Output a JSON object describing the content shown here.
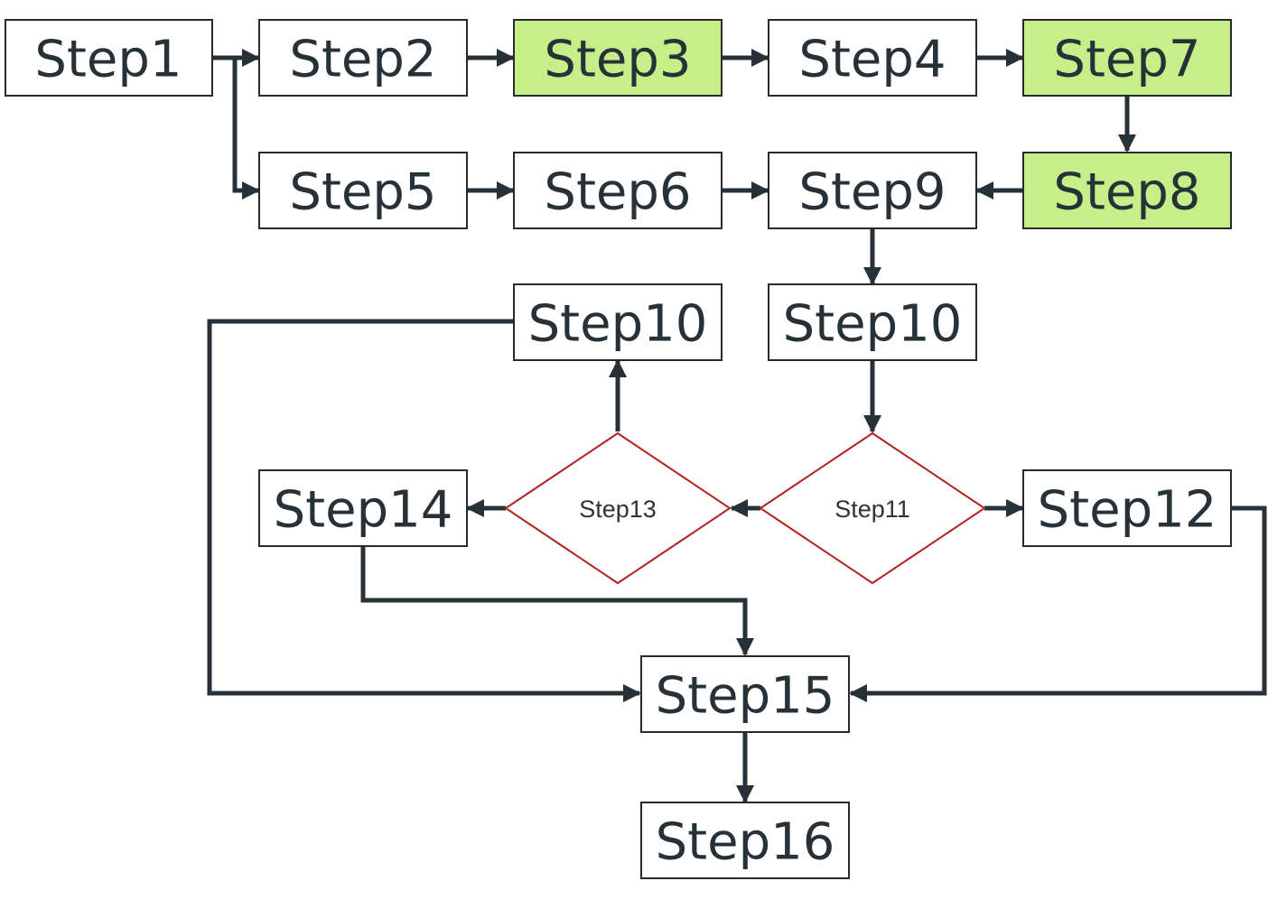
{
  "colors": {
    "highlight": "#c6ef8a",
    "box_fill": "#ffffff",
    "connector": "#263238",
    "decision_border": "#b22222"
  },
  "nodes": {
    "step1": {
      "label": "Step1"
    },
    "step2": {
      "label": "Step2"
    },
    "step3": {
      "label": "Step3",
      "highlighted": true
    },
    "step4": {
      "label": "Step4"
    },
    "step7": {
      "label": "Step7",
      "highlighted": true
    },
    "step5": {
      "label": "Step5"
    },
    "step6": {
      "label": "Step6"
    },
    "step9": {
      "label": "Step9"
    },
    "step8": {
      "label": "Step8",
      "highlighted": true
    },
    "step10a": {
      "label": "Step10"
    },
    "step10b": {
      "label": "Step10"
    },
    "step13": {
      "label": "Step13",
      "shape": "diamond"
    },
    "step11": {
      "label": "Step11",
      "shape": "diamond"
    },
    "step14": {
      "label": "Step14"
    },
    "step12": {
      "label": "Step12"
    },
    "step15": {
      "label": "Step15"
    },
    "step16": {
      "label": "Step16"
    }
  },
  "edges": [
    {
      "from": "step1",
      "to": "step2"
    },
    {
      "from": "step1",
      "to": "step5"
    },
    {
      "from": "step2",
      "to": "step3"
    },
    {
      "from": "step3",
      "to": "step4"
    },
    {
      "from": "step4",
      "to": "step7"
    },
    {
      "from": "step7",
      "to": "step8"
    },
    {
      "from": "step8",
      "to": "step9"
    },
    {
      "from": "step5",
      "to": "step6"
    },
    {
      "from": "step6",
      "to": "step9"
    },
    {
      "from": "step9",
      "to": "step10b"
    },
    {
      "from": "step10b",
      "to": "step11"
    },
    {
      "from": "step11",
      "to": "step13"
    },
    {
      "from": "step11",
      "to": "step12"
    },
    {
      "from": "step13",
      "to": "step10a"
    },
    {
      "from": "step13",
      "to": "step14"
    },
    {
      "from": "step10a",
      "to": "step15"
    },
    {
      "from": "step14",
      "to": "step15"
    },
    {
      "from": "step12",
      "to": "step15"
    },
    {
      "from": "step15",
      "to": "step16"
    }
  ]
}
